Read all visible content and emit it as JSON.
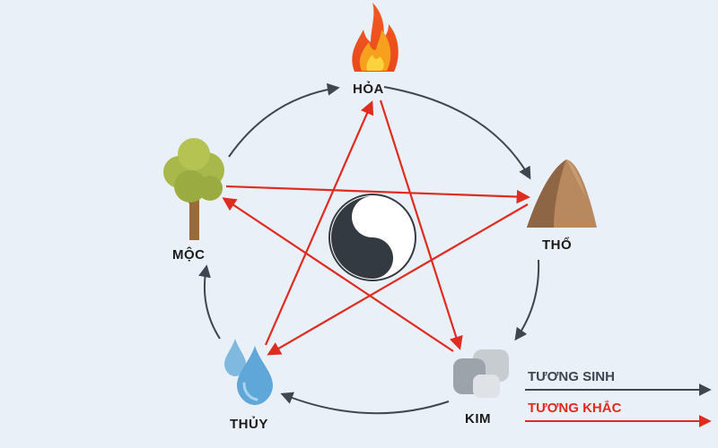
{
  "elements": {
    "hoa": "HỎA",
    "tho": "THỔ",
    "kim": "KIM",
    "thuy": "THỦY",
    "moc": "MỘC"
  },
  "legend": {
    "sinh": {
      "label": "TƯƠNG SINH",
      "color": "#3f4650"
    },
    "khac": {
      "label": "TƯƠNG KHẮC",
      "color": "#e02b20"
    }
  },
  "icons": {
    "hoa": "fire-icon",
    "tho": "mountain-icon",
    "kim": "metal-ore-icon",
    "thuy": "water-drops-icon",
    "moc": "tree-icon",
    "center": "yin-yang-icon"
  }
}
